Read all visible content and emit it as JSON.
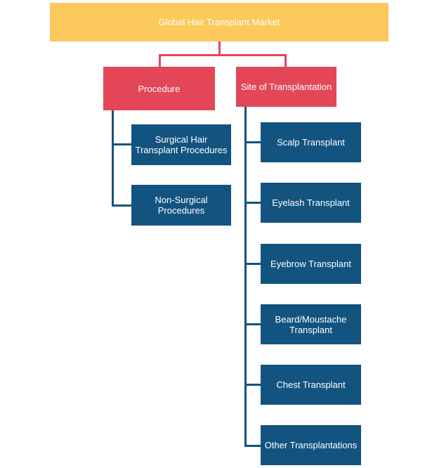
{
  "diagram": {
    "root": {
      "label": "Global Hair Transplant Market"
    },
    "branches": [
      {
        "label": "Procedure",
        "children": [
          "Surgical Hair Transplant Procedures",
          "Non-Surgical Procedures"
        ]
      },
      {
        "label": "Site of Transplantation",
        "children": [
          "Scalp Transplant",
          "Eyelash Transplant",
          "Eyebrow Transplant",
          "Beard/Moustache Transplant",
          "Chest Transplant",
          "Other Transplantations"
        ]
      }
    ],
    "colors": {
      "root": "#fbc95c",
      "category": "#e34757",
      "leaf": "#13537f",
      "connector_top": "#e34757",
      "connector_leaf": "#13537f"
    }
  }
}
